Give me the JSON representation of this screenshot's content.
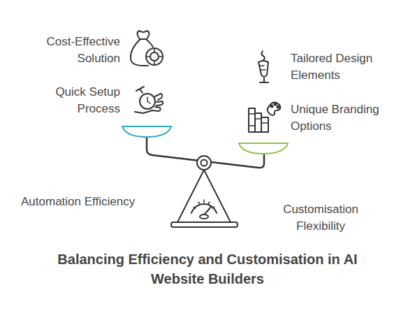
{
  "diagram": {
    "title": "Balancing Efficiency and Customisation in AI Website Builders",
    "labels": [
      "Cost-Effective Solution",
      "Tailored Design Elements",
      "Quick Setup Process",
      "Unique Branding Options",
      "Automation Efficiency",
      "Customisation Flexibility"
    ]
  }
}
